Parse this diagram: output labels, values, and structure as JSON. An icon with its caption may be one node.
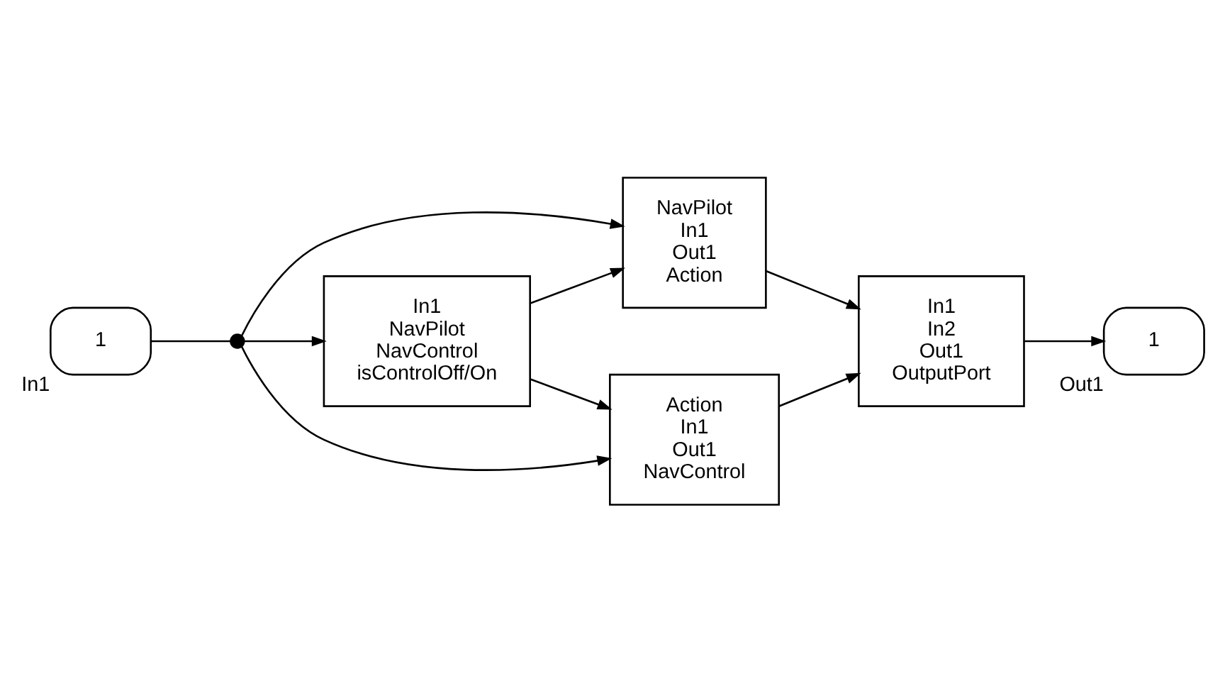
{
  "diagram": {
    "nodes": [
      {
        "text": [
          "1"
        ],
        "beside": [
          "In1"
        ]
      },
      {
        "text": [],
        "shape": "circle"
      },
      {
        "text": [
          "NavPilot",
          "In1",
          "Out1",
          "Action"
        ]
      },
      {
        "text": [
          "In1",
          "NavPilot",
          "NavControl",
          "isControlOff/On"
        ]
      },
      {
        "text": [
          "Action",
          "In1",
          "Out1",
          "NavControl"
        ]
      },
      {
        "text": [
          "In1",
          "In2",
          "Out1",
          "OutputPort"
        ]
      },
      {
        "text": [
          "1"
        ],
        "beside": [
          "Out1"
        ]
      }
    ],
    "edges": [
      {
        "from": 0,
        "to": 1,
        "arrow": "none"
      },
      {
        "from": 1,
        "to": 2,
        "arrow": "to"
      },
      {
        "from": 1,
        "to": 3,
        "arrow": "to"
      },
      {
        "from": 1,
        "to": 4,
        "arrow": "to"
      },
      {
        "from": 3,
        "to": 2,
        "arrow": "to"
      },
      {
        "from": 3,
        "to": 4,
        "arrow": "to"
      },
      {
        "from": 2,
        "to": 5,
        "arrow": "to"
      },
      {
        "from": 4,
        "to": 5,
        "arrow": "to"
      },
      {
        "from": 5,
        "to": 6,
        "arrow": "to"
      }
    ]
  }
}
